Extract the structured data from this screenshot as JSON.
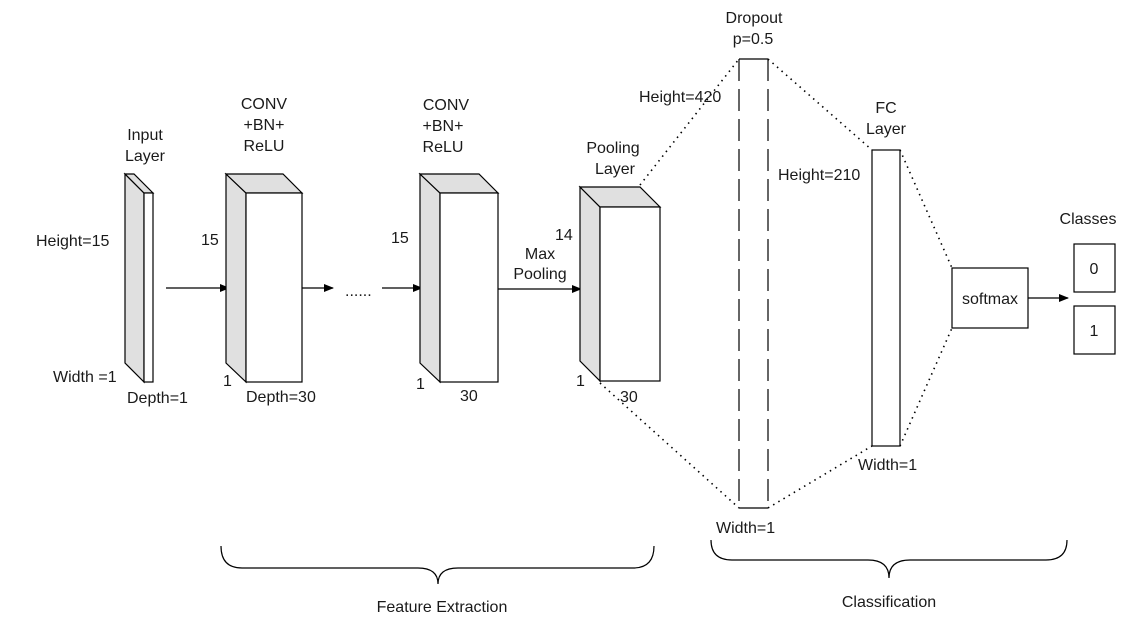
{
  "input_layer": {
    "title_line1": "Input",
    "title_line2": "Layer",
    "height": "Height=15",
    "width": "Width =1",
    "depth": "Depth=1"
  },
  "conv1": {
    "title_line1": "CONV",
    "title_line2": "+BN+",
    "title_line3": "ReLU",
    "height": "15",
    "width": "1",
    "depth": "Depth=30"
  },
  "ellipsis": "......",
  "conv2": {
    "title_line1": "CONV",
    "title_line2": "+BN+",
    "title_line3": "ReLU",
    "height": "15",
    "width": "1",
    "depth": "30"
  },
  "max_pooling": {
    "line1": "Max",
    "line2": "Pooling"
  },
  "pooling_layer": {
    "title_line1": "Pooling",
    "title_line2": "Layer",
    "height": "14",
    "width": "1",
    "depth": "30"
  },
  "dropout": {
    "title_line1": "Dropout",
    "title_line2": "p=0.5",
    "height": "Height=420",
    "width": "Width=1"
  },
  "fc_layer": {
    "title_line1": "FC",
    "title_line2": "Layer",
    "height": "Height=210",
    "width": "Width=1"
  },
  "softmax": "softmax",
  "classes": {
    "title": "Classes",
    "items": [
      "0",
      "1"
    ]
  },
  "groups": {
    "feature_extraction": "Feature Extraction",
    "classification": "Classification"
  }
}
